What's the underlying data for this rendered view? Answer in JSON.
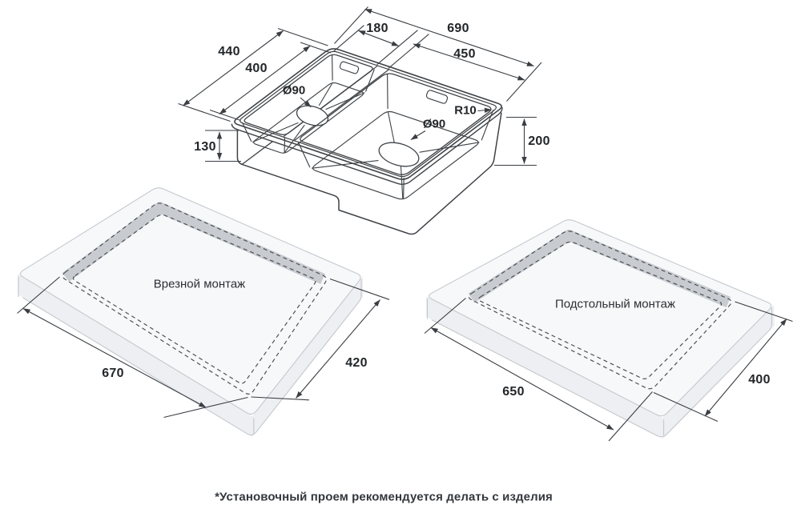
{
  "diagram": {
    "sink": {
      "width_total": "690",
      "width_small_bowl": "180",
      "width_main_bowl": "450",
      "depth_total": "440",
      "depth_bowls": "400",
      "height_small_bowl": "130",
      "height_main_bowl": "200",
      "drain_small": "Ø90",
      "drain_main": "Ø90",
      "corner_radius": "R10"
    },
    "mount_inset": {
      "caption": "Врезной монтаж",
      "cutout_length": "670",
      "cutout_width": "420"
    },
    "mount_under": {
      "caption": "Подстольный монтаж",
      "cutout_length": "650",
      "cutout_width": "400"
    },
    "footnote": "*Установочный проем рекомендуется делать с изделия"
  },
  "colors": {
    "background": "#ffffff",
    "sink_line": "#3f4347",
    "dimension_line": "#3a3e43",
    "text": "#232629",
    "panel_top": "#f7f8fa",
    "panel_side": "#edeff2",
    "panel_stroke": "#c4c8cd",
    "cutout_band": "#c8cbcf",
    "dashed_line": "#4c5156"
  }
}
